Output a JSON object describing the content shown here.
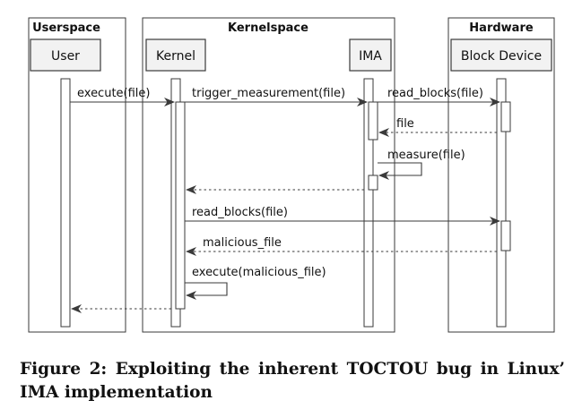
{
  "diagram": {
    "groups": [
      {
        "title": "Userspace"
      },
      {
        "title": "Kernelspace"
      },
      {
        "title": "Hardware"
      }
    ],
    "participants": [
      {
        "label": "User"
      },
      {
        "label": "Kernel"
      },
      {
        "label": "IMA"
      },
      {
        "label": "Block Device"
      }
    ],
    "messages": [
      {
        "from": "User",
        "to": "Kernel",
        "label": "execute(file)",
        "style": "solid"
      },
      {
        "from": "Kernel",
        "to": "IMA",
        "label": "trigger_measurement(file)",
        "style": "solid"
      },
      {
        "from": "IMA",
        "to": "Block Device",
        "label": "read_blocks(file)",
        "style": "solid"
      },
      {
        "from": "Block Device",
        "to": "IMA",
        "label": "file",
        "style": "dashed"
      },
      {
        "from": "IMA",
        "to": "IMA",
        "label": "measure(file)",
        "style": "solid"
      },
      {
        "from": "IMA",
        "to": "Kernel",
        "label": "",
        "style": "dashed"
      },
      {
        "from": "Kernel",
        "to": "Block Device",
        "label": "read_blocks(file)",
        "style": "solid"
      },
      {
        "from": "Block Device",
        "to": "Kernel",
        "label": "malicious_file",
        "style": "dashed"
      },
      {
        "from": "Kernel",
        "to": "Kernel",
        "label": "execute(malicious_file)",
        "style": "solid"
      },
      {
        "from": "Kernel",
        "to": "User",
        "label": "",
        "style": "dashed"
      }
    ]
  },
  "caption": "Figure 2: Exploiting the inherent TOCTOU bug in Linux’ IMA implementation"
}
